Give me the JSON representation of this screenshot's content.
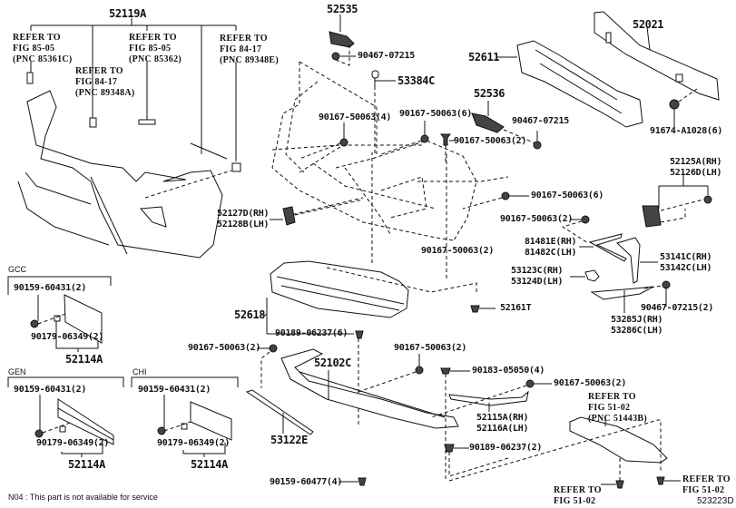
{
  "diagram": {
    "figure_id": "523223D",
    "footnote": "N04 : This part is not available for service",
    "groups": {
      "gcc": "GCC",
      "gen": "GEN",
      "chi": "CHI"
    },
    "labels": {
      "p52119A": "52119A",
      "p52535": "52535",
      "p52021": "52021",
      "p52611": "52611",
      "p90467_07215_a": "90467-07215",
      "p53384C": "53384C",
      "p52536": "52536",
      "p90467_07215_b": "90467-07215",
      "p90167_50063_4": "90167-50063(4)",
      "p90167_50063_6a": "90167-50063(6)",
      "p90167_50063_2a": "90167-50063(2)",
      "p91674_A1028": "91674-A1028(6)",
      "p52125A": "52125A(RH)",
      "p52126D": "52126D(LH)",
      "p52127D": "52127D(RH)",
      "p52128B": "52128B(LH)",
      "p90167_50063_6b": "90167-50063(6)",
      "p90167_50063_2b": "90167-50063(2)",
      "p90167_50063_2c": "90167-50063(2)",
      "p81481E": "81481E(RH)",
      "p81482C": "81482C(LH)",
      "p53141C": "53141C(RH)",
      "p53142C": "53142C(LH)",
      "p53123C": "53123C(RH)",
      "p53124D": "53124D(LH)",
      "p52161T": "52161T",
      "p90467_07215_2": "90467-07215(2)",
      "p53285J": "53285J(RH)",
      "p53286C": "53286C(LH)",
      "p52618": "52618",
      "p90189_06237_6": "90189-06237(6)",
      "p90167_50063_2d": "90167-50063(2)",
      "p90167_50063_2e": "90167-50063(2)",
      "p52102C": "52102C",
      "p90183_05050": "90183-05050(4)",
      "p90167_50063_2f": "90167-50063(2)",
      "p52115A": "52115A(RH)",
      "p52116A": "52116A(LH)",
      "p90189_06237_2": "90189-06237(2)",
      "p53122E": "53122E",
      "p90159_60477": "90159-60477(4)",
      "gcc_90159": "90159-60431(2)",
      "gcc_90179": "90179-06349(2)",
      "gcc_52114A": "52114A",
      "gen_90159": "90159-60431(2)",
      "gen_90179": "90179-06349(2)",
      "gen_52114A": "52114A",
      "chi_90159": "90159-60431(2)",
      "chi_90179": "90179-06349(2)",
      "chi_52114A": "52114A"
    },
    "references": {
      "ref_85361C": [
        "REFER TO",
        "FIG 85-05",
        "(PNC 85361C)"
      ],
      "ref_89348A": [
        "REFER TO",
        "FIG 84-17",
        "(PNC 89348A)"
      ],
      "ref_85362": [
        "REFER TO",
        "FIG 85-05",
        "(PNC 85362)"
      ],
      "ref_89348E": [
        "REFER TO",
        "FIG 84-17",
        "(PNC 89348E)"
      ],
      "ref_51443B": [
        "REFER TO",
        "FIG 51-02",
        "(PNC 51443B)"
      ],
      "ref_51_02_a": [
        "REFER TO",
        "FIG 51-02"
      ],
      "ref_51_02_b": [
        "REFER TO",
        "FIG 51-02"
      ]
    }
  }
}
